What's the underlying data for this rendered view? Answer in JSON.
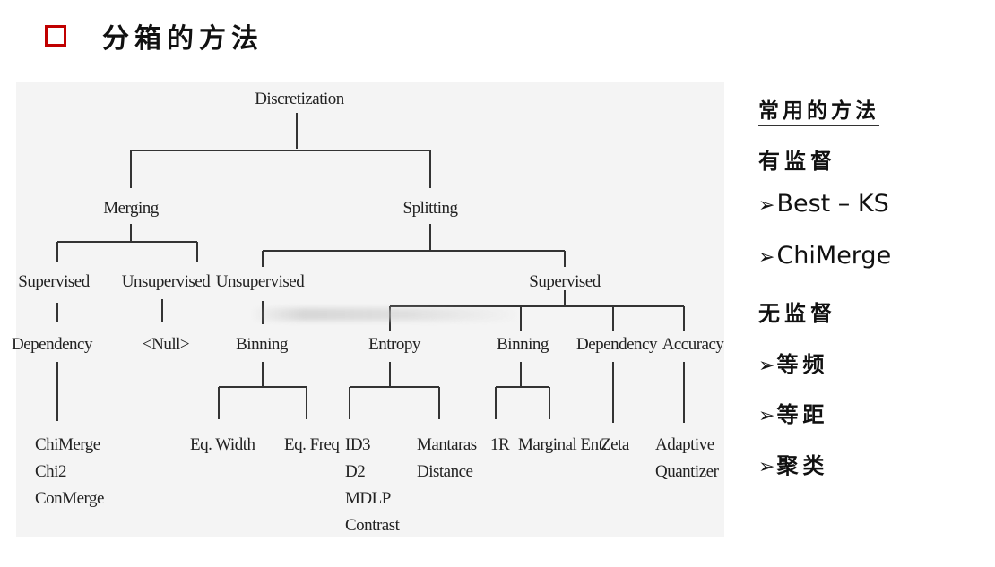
{
  "header": {
    "title": "分箱的方法",
    "bullet_color": "#c00000"
  },
  "diagram": {
    "root": "Discretization",
    "merging": "Merging",
    "splitting": "Splitting",
    "merging_supervised": "Supervised",
    "merging_unsupervised": "Unsupervised",
    "dependency_left": "Dependency",
    "null_node": "<Null>",
    "splitting_unsupervised": "Unsupervised",
    "splitting_supervised": "Supervised",
    "binning_left": "Binning",
    "entropy": "Entropy",
    "binning_right": "Binning",
    "dependency_right": "Dependency",
    "accuracy": "Accuracy",
    "leaves": {
      "chimerge_group": [
        "ChiMerge",
        "Chi2",
        "ConMerge"
      ],
      "eq_width": "Eq. Width",
      "eq_freq": "Eq. Freq",
      "entropy_group": [
        "ID3",
        "D2",
        "MDLP",
        "Contrast"
      ],
      "mantaras": [
        "Mantaras",
        "Distance"
      ],
      "one_r": "1R",
      "marginal_ent": "Marginal Ent.",
      "zeta": "Zeta",
      "adaptive": [
        "Adaptive",
        "Quantizer"
      ]
    }
  },
  "side": {
    "heading": "常用的方法",
    "supervised_label": "有监督",
    "supervised_items": [
      "Best – KS",
      "ChiMerge"
    ],
    "unsupervised_label": "无监督",
    "unsupervised_items": [
      "等频",
      "等距",
      "聚类"
    ],
    "arrow_icon": "➢"
  }
}
